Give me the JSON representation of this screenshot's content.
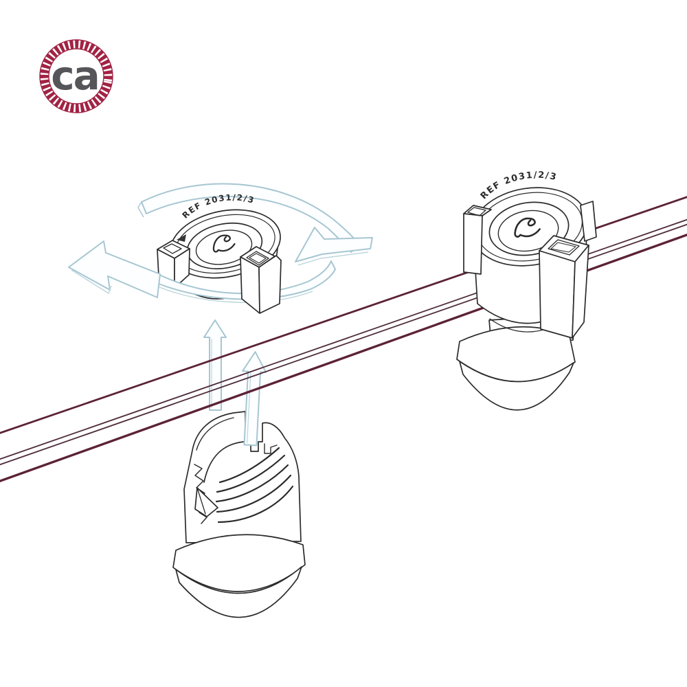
{
  "page": {
    "background": "#ffffff"
  },
  "logo": {
    "text": "ca",
    "rope_color": "#a12344",
    "text_color": "#56565a"
  },
  "caps": {
    "left_marking": "REF 2031/2/3",
    "right_marking": "REF 2031/2/3"
  },
  "cable": {
    "outer_color": "#5c2236",
    "inner_color": "#4f2d3b"
  },
  "annotations": {
    "arrow_outline_color": "#a6c6d2",
    "arrow_fill_color": "#fcfeff",
    "arrow_echo_color": "#bcd5dd",
    "rotation_arrow_icon": "rotate-counterclockwise",
    "insertion_arrow_icon": "arrow-up"
  },
  "line_art": {
    "stroke_color": "#2b2b2b"
  }
}
